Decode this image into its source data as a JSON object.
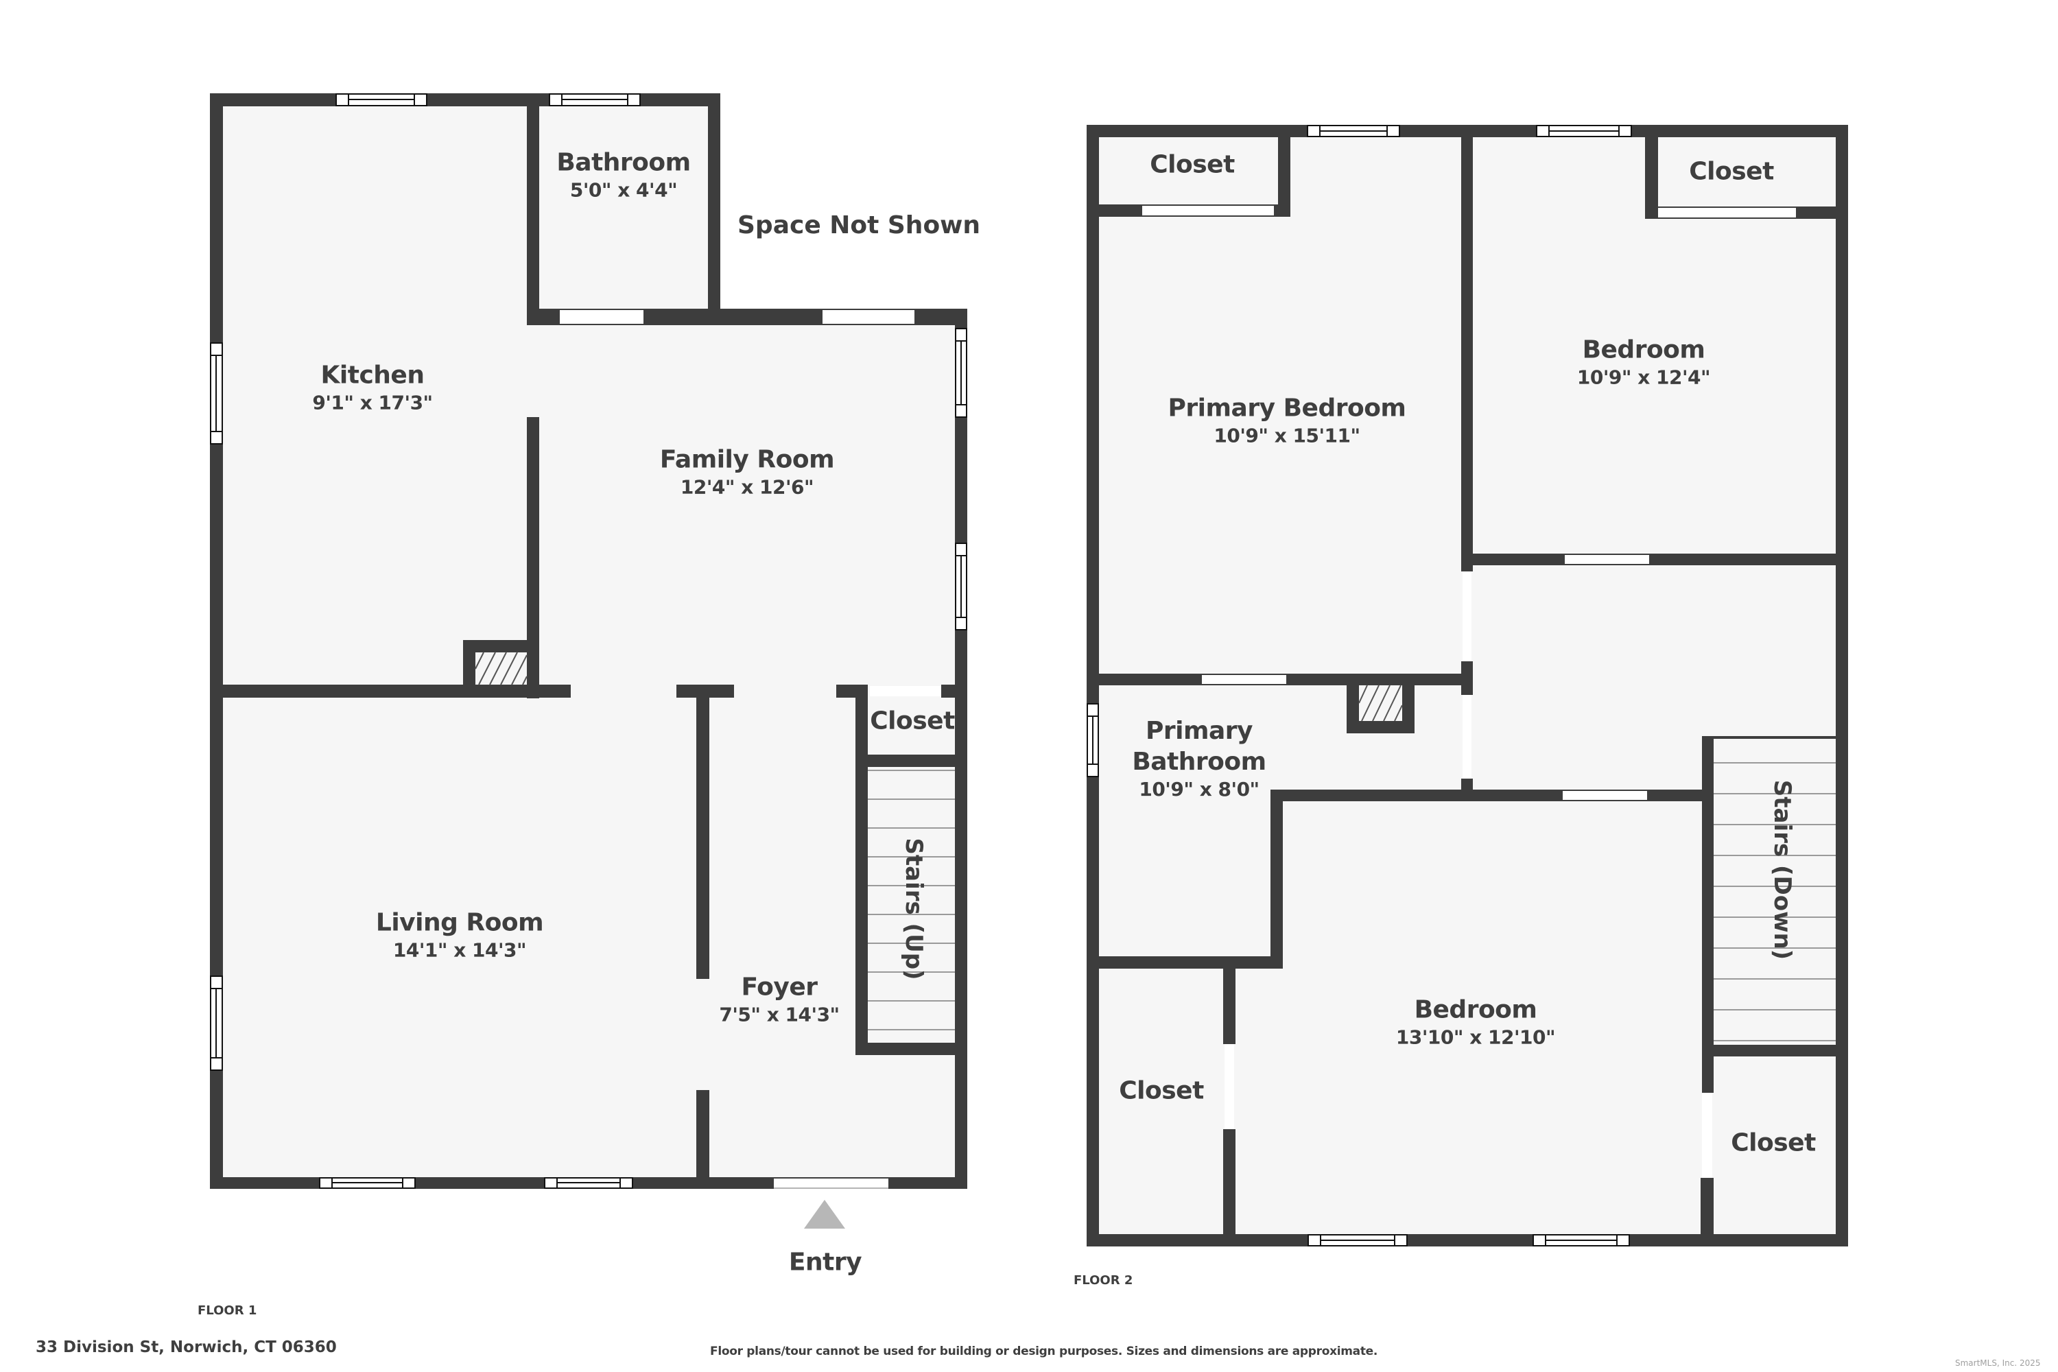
{
  "address": "33 Division St, Norwich, CT 06360",
  "disclaimer": "Floor plans/tour cannot be used for building or design purposes. Sizes and dimensions are approximate.",
  "copyright": "SmartMLS, Inc. 2025",
  "colors": {
    "wall": "#3d3d3d",
    "floor": "#f6f6f6",
    "text": "#3f3f3f",
    "entry_arrow": "#b7b7b7"
  },
  "floor1": {
    "label": "FLOOR 1",
    "space_not_shown": "Space Not Shown",
    "entry": "Entry",
    "stairs": "Stairs (Up)",
    "rooms": [
      {
        "name": "Kitchen",
        "dims": "9'1\" x 17'3\""
      },
      {
        "name": "Bathroom",
        "dims": "5'0\" x 4'4\""
      },
      {
        "name": "Family Room",
        "dims": "12'4\" x 12'6\""
      },
      {
        "name": "Living Room",
        "dims": "14'1\" x 14'3\""
      },
      {
        "name": "Foyer",
        "dims": "7'5\" x 14'3\""
      },
      {
        "name": "Closet",
        "dims": ""
      }
    ]
  },
  "floor2": {
    "label": "FLOOR 2",
    "stairs": "Stairs (Down)",
    "rooms": [
      {
        "name": "Closet",
        "dims": ""
      },
      {
        "name": "Primary Bedroom",
        "dims": "10'9\" x 15'11\""
      },
      {
        "name": "Closet",
        "dims": ""
      },
      {
        "name": "Bedroom",
        "dims": "10'9\" x 12'4\""
      },
      {
        "name": "Primary Bathroom",
        "name_line1": "Primary",
        "name_line2": "Bathroom",
        "dims": "10'9\" x 8'0\""
      },
      {
        "name": "Bedroom",
        "dims": "13'10\" x 12'10\""
      },
      {
        "name": "Closet",
        "dims": ""
      },
      {
        "name": "Closet",
        "dims": ""
      }
    ]
  }
}
